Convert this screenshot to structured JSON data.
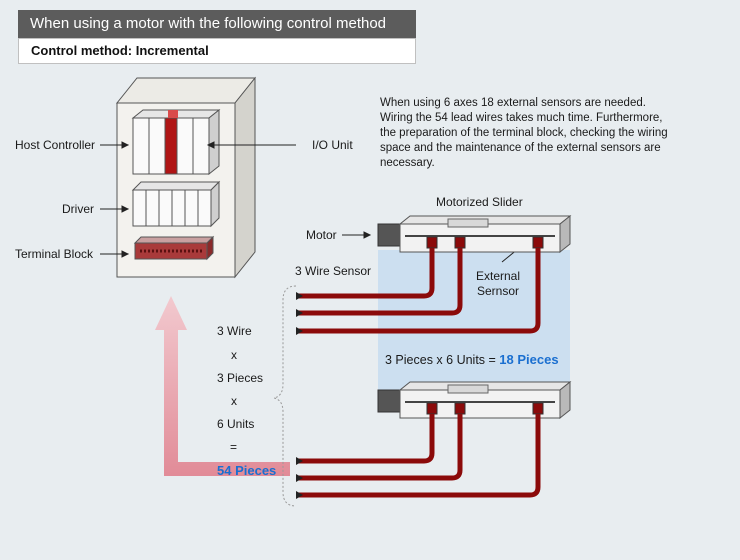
{
  "header": {
    "title": "When using a motor with the following control method",
    "subtitle": "Control method: Incremental"
  },
  "labels": {
    "host_controller": "Host Controller",
    "driver": "Driver",
    "terminal_block": "Terminal Block",
    "io_unit": "I/O Unit",
    "motorized_slider": "Motorized Slider",
    "motor": "Motor",
    "three_wire_sensor": "3 Wire Sensor",
    "external_sensor_line1": "External",
    "external_sensor_line2": "Sernsor"
  },
  "description": [
    "When using 6 axes 18 external sensors are needed.",
    "Wiring the 54 lead wires takes much time. Furthermore,",
    "the preparation of the terminal block, checking the wiring",
    "space and the maintenance of the external sensors are",
    "necessary."
  ],
  "calc_pieces": {
    "prefix": "3 Pieces x 6 Units = ",
    "result": "18 Pieces"
  },
  "calc_wires": {
    "line1": "3 Wire",
    "line2": "x",
    "line3": "3 Pieces",
    "line4": "x",
    "line5": "6 Units",
    "line6": "=",
    "result": "54 Pieces"
  },
  "colors": {
    "title_bg": "#5c5c5c",
    "wire": "#8b0a0a",
    "result_blue": "#1a6fd0",
    "highlight_band": "#c7dcf0"
  }
}
